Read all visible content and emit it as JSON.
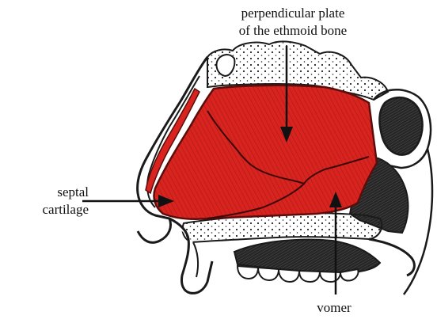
{
  "labels": {
    "ethmoid_line1": "perpendicular plate",
    "ethmoid_line2": "of the ethmoid bone",
    "septal_line1": "septal",
    "septal_line2": "cartilage",
    "vomer": "vomer"
  },
  "colors": {
    "septum_red": "#d8231f",
    "septum_stroke": "#5a0d0b",
    "ink": "#1a1a1a",
    "bone_fill": "#ffffff",
    "cavity_dark": "#1c1c1c",
    "background": "#ffffff"
  }
}
